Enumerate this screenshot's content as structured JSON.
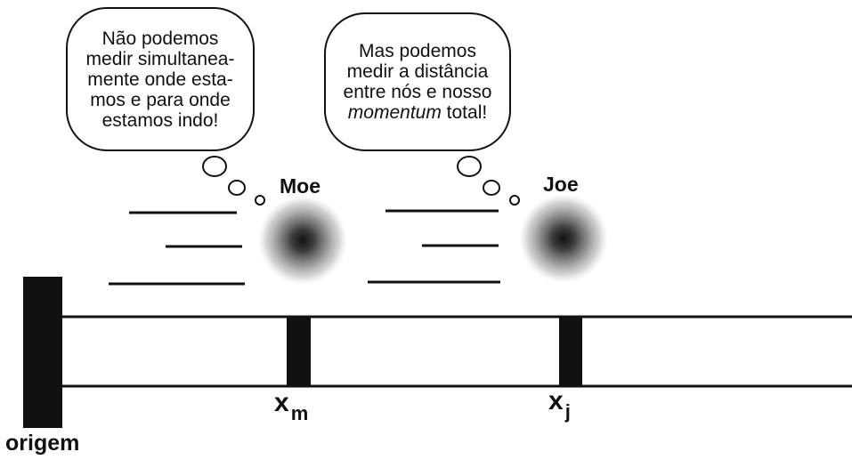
{
  "bubbles": {
    "left": {
      "lines": [
        "Não podemos",
        "medir simultanea-",
        "mente onde esta-",
        "mos e para onde",
        "estamos indo!"
      ]
    },
    "right": {
      "lines": [
        "Mas podemos",
        "medir a distância",
        "entre nós e nosso"
      ],
      "last_line_italic": "momentum",
      "last_line_rest": " total!"
    }
  },
  "particles": {
    "moe": {
      "name": "Moe"
    },
    "joe": {
      "name": "Joe"
    }
  },
  "axis": {
    "moe_position": {
      "symbol": "x",
      "subscript": "m"
    },
    "joe_position": {
      "symbol": "x",
      "subscript": "j"
    },
    "origin_label": "origem"
  },
  "colors": {
    "ink": "#111111",
    "background": "#ffffff"
  }
}
